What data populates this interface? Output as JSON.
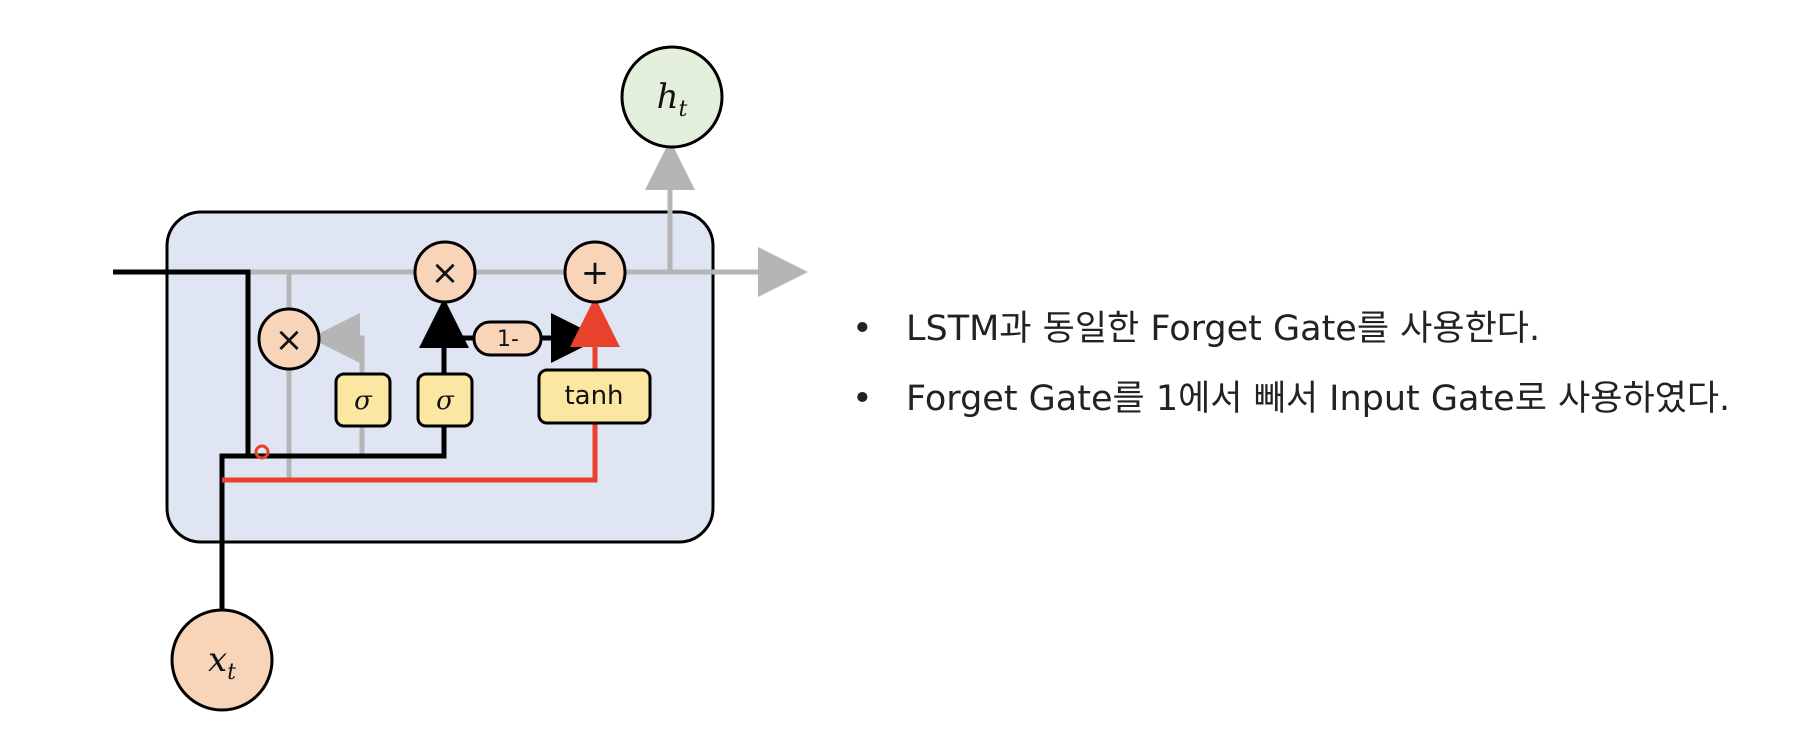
{
  "diagram": {
    "colors": {
      "cell_fill": "#dfe5f2",
      "node_fill": "#f8d5b9",
      "output_fill": "#e3eedb",
      "gate_fill": "#fbe6a2",
      "grey_path": "#b5b5b5",
      "black_path": "#000000",
      "red_path": "#e8412c"
    },
    "nodes": {
      "output_node": {
        "base": "h",
        "sub": "t"
      },
      "input_node": {
        "base": "x",
        "sub": "t"
      },
      "multiply_left": "×",
      "multiply_top": "×",
      "add_top": "+",
      "one_minus": "1-",
      "sigma_reset": "σ",
      "sigma_update": "σ",
      "tanh_gate": "tanh"
    },
    "icons": {
      "multiply_icon": "×",
      "plus_icon": "+",
      "arrow_icon": "arrowhead"
    }
  },
  "notes": [
    "LSTM과 동일한 Forget Gate를 사용한다.",
    "Forget Gate를 1에서 빼서 Input Gate로 사용하였다."
  ]
}
